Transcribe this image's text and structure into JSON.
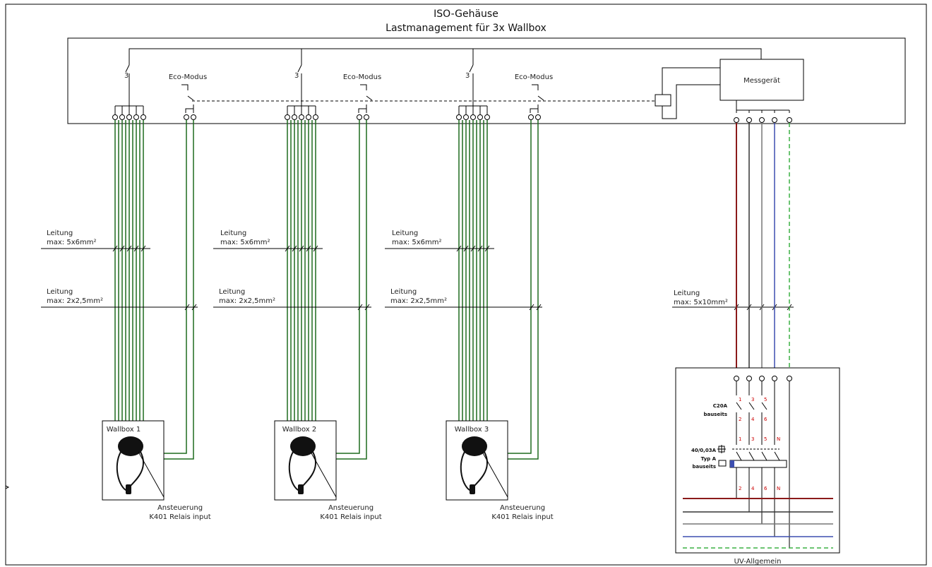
{
  "title": {
    "line1": "ISO-Gehäuse",
    "line2": "Lastmanagement für 3x Wallbox"
  },
  "enclosure": {
    "meter_label": "Messgerät",
    "eco_label": "Eco-Modus",
    "pole_count": "3"
  },
  "cables": {
    "power": {
      "line1": "Leitung",
      "line2": "max: 5x6mm²"
    },
    "control": {
      "line1": "Leitung",
      "line2": "max: 2x2,5mm²"
    },
    "feeder": {
      "line1": "Leitung",
      "line2": "max: 5x10mm²"
    }
  },
  "wallboxes": [
    {
      "name": "Wallbox 1",
      "note1": "Ansteuerung",
      "note2": "K401 Relais input"
    },
    {
      "name": "Wallbox 2",
      "note1": "Ansteuerung",
      "note2": "K401 Relais input"
    },
    {
      "name": "Wallbox 3",
      "note1": "Ansteuerung",
      "note2": "K401 Relais input"
    }
  ],
  "distribution": {
    "name": "UV-Allgemein",
    "mcb_line1": "C20A",
    "mcb_line2": "bauseits",
    "rcd_line1": "40/0,03A",
    "rcd_line2": "Typ A",
    "rcd_line3": "bauseits",
    "terminal_marks_top": [
      "1",
      "3",
      "5"
    ],
    "terminal_marks_mid": [
      "2",
      "4",
      "6"
    ],
    "terminal_marks_rcd_in": [
      "1",
      "3",
      "5",
      "N"
    ],
    "terminal_marks_rcd_out": [
      "2",
      "4",
      "6",
      "N"
    ]
  },
  "colors": {
    "line": "#000000",
    "green": "#1e6b1e",
    "phase_brown": "#8b1a1a",
    "phase_black": "#333333",
    "phase_grey": "#777777",
    "neutral_blue": "#3d4fb0",
    "pe_green": "#3cb043"
  }
}
